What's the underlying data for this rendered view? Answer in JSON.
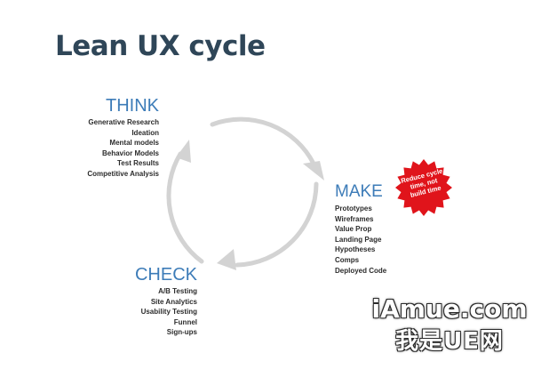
{
  "title": "Lean UX cycle",
  "colors": {
    "title": "#2f4658",
    "stage_heading": "#3d7cb8",
    "cycle_arrows": "#d3d3d3",
    "badge": "#e0141b"
  },
  "stages": {
    "think": {
      "heading": "THINK",
      "items": [
        "Generative Research",
        "Ideation",
        "Mental models",
        "Behavior Models",
        "Test Results",
        "Competitive Analysis"
      ]
    },
    "make": {
      "heading": "MAKE",
      "items": [
        "Prototypes",
        "Wireframes",
        "Value Prop",
        "Landing Page",
        "Hypotheses",
        "Comps",
        "Deployed Code"
      ]
    },
    "check": {
      "heading": "CHECK",
      "items": [
        "A/B Testing",
        "Site Analytics",
        "Usability Testing",
        "Funnel",
        "Sign-ups"
      ]
    }
  },
  "badge": {
    "lines": [
      "Reduce cycle",
      "time, not",
      "build time"
    ]
  },
  "watermark": {
    "line1": "iAmue.com",
    "line2": "我是UE网"
  }
}
